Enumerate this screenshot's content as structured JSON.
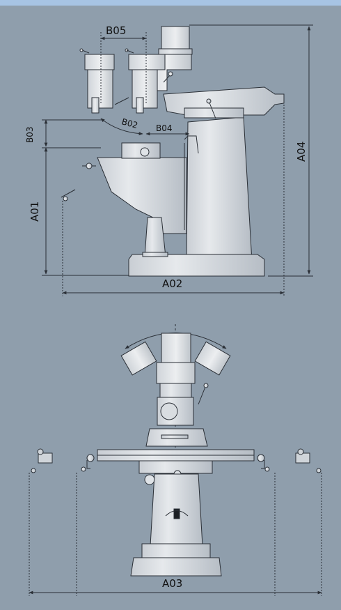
{
  "colors": {
    "background": "#8f9eac",
    "top_bar": "#a7c4e4",
    "machine_body": "#e1e4e8",
    "machine_shade": "#b8bfc6",
    "line": "#2a2f36"
  },
  "side_view": {
    "dimensions": {
      "b05": "B05",
      "b03": "B03",
      "b02": "B02",
      "b04": "B04",
      "a01": "A01",
      "a02": "A02",
      "a04": "A04"
    }
  },
  "front_view": {
    "dimensions": {
      "a03": "A03"
    }
  }
}
